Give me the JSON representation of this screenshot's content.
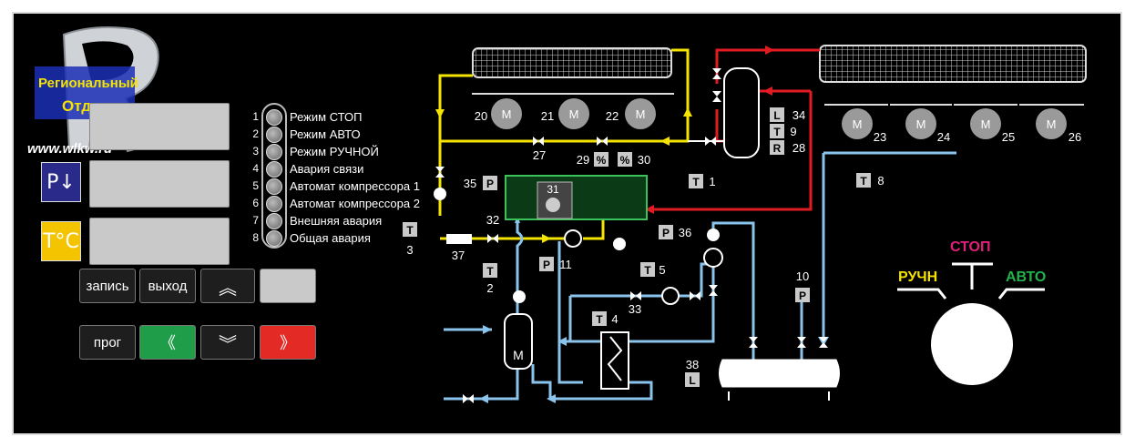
{
  "logo": {
    "line1": "Региональный",
    "line2": "Отдел",
    "url": "www.wlkw.ru",
    "monogram": "RK"
  },
  "left_icons": [
    {
      "name": "pressure-icon",
      "label": "P↓",
      "color": "#2a2a8a"
    },
    {
      "name": "thermometer-icon",
      "label": "T°C",
      "color": "#f5c400"
    }
  ],
  "indicators": [
    {
      "num": "1",
      "label": "Режим СТОП"
    },
    {
      "num": "2",
      "label": "Режим АВТО"
    },
    {
      "num": "3",
      "label": "Режим РУЧНОЙ"
    },
    {
      "num": "4",
      "label": "Авария связи"
    },
    {
      "num": "5",
      "label": "Автомат компрессора 1"
    },
    {
      "num": "6",
      "label": "Автомат компрессора 2"
    },
    {
      "num": "7",
      "label": "Внешняя авария"
    },
    {
      "num": "8",
      "label": "Общая авария"
    }
  ],
  "buttons": {
    "zapis": "запись",
    "vyhod": "выход",
    "up": "︽",
    "prog": "прог",
    "left": "《",
    "down": "︾",
    "right": "》"
  },
  "selector": {
    "manual": "РУЧН",
    "stop": "СТОП",
    "auto": "АВТО",
    "manual_color": "#f5e000",
    "stop_color": "#e0207a",
    "auto_color": "#22b24c"
  },
  "colors": {
    "liquid_line": "#f5e400",
    "discharge_line": "#e21b23",
    "suction_line": "#8ac4ec",
    "water_line": "#5aa9e6"
  },
  "fans": [
    {
      "label": "M",
      "num": "20"
    },
    {
      "label": "M",
      "num": "21"
    },
    {
      "label": "M",
      "num": "22"
    },
    {
      "label": "M",
      "num": "23"
    },
    {
      "label": "M",
      "num": "24"
    },
    {
      "label": "M",
      "num": "25"
    },
    {
      "label": "M",
      "num": "26"
    }
  ],
  "sensors": [
    {
      "tag": "L",
      "num": "34"
    },
    {
      "tag": "T",
      "num": "9"
    },
    {
      "tag": "R",
      "num": "28"
    },
    {
      "tag": "%",
      "num": "29"
    },
    {
      "tag": "%",
      "num": "30"
    },
    {
      "tag": "P",
      "num": "35"
    },
    {
      "tag": "T",
      "num": "1"
    },
    {
      "tag": "T",
      "num": "8"
    },
    {
      "tag": "T",
      "num": "3"
    },
    {
      "tag": "P",
      "num": "36"
    },
    {
      "tag": "T",
      "num": "2"
    },
    {
      "tag": "P",
      "num": "11"
    },
    {
      "tag": "T",
      "num": "5"
    },
    {
      "tag": "T",
      "num": "4"
    },
    {
      "tag": "P",
      "num": "10"
    },
    {
      "tag": "L",
      "num": "38"
    }
  ],
  "component_labels": {
    "compressor": "31",
    "valve_27": "27",
    "valve_32": "32",
    "valve_33": "33",
    "filter_37": "37",
    "heat_exchanger": "M"
  }
}
